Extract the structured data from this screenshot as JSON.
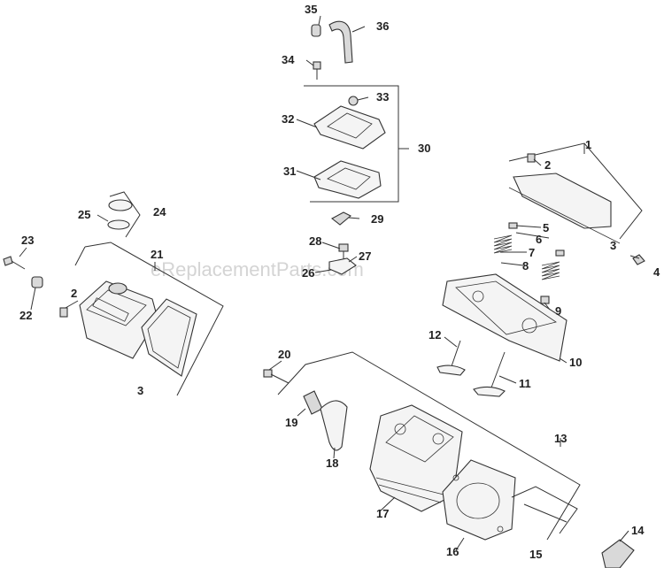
{
  "watermark": "eReplacementParts.com",
  "callouts": [
    {
      "label": "1"
    },
    {
      "label": "2"
    },
    {
      "label": "3"
    },
    {
      "label": "4"
    },
    {
      "label": "5"
    },
    {
      "label": "6"
    },
    {
      "label": "7"
    },
    {
      "label": "8"
    },
    {
      "label": "9"
    },
    {
      "label": "10"
    },
    {
      "label": "11"
    },
    {
      "label": "12"
    },
    {
      "label": "13"
    },
    {
      "label": "14"
    },
    {
      "label": "15"
    },
    {
      "label": "16"
    },
    {
      "label": "17"
    },
    {
      "label": "18"
    },
    {
      "label": "19"
    },
    {
      "label": "20"
    },
    {
      "label": "21"
    },
    {
      "label": "2"
    },
    {
      "label": "3"
    },
    {
      "label": "22"
    },
    {
      "label": "23"
    },
    {
      "label": "24"
    },
    {
      "label": "25"
    },
    {
      "label": "26"
    },
    {
      "label": "27"
    },
    {
      "label": "28"
    },
    {
      "label": "29"
    },
    {
      "label": "30"
    },
    {
      "label": "31"
    },
    {
      "label": "32"
    },
    {
      "label": "33"
    },
    {
      "label": "34"
    },
    {
      "label": "35"
    },
    {
      "label": "36"
    }
  ]
}
